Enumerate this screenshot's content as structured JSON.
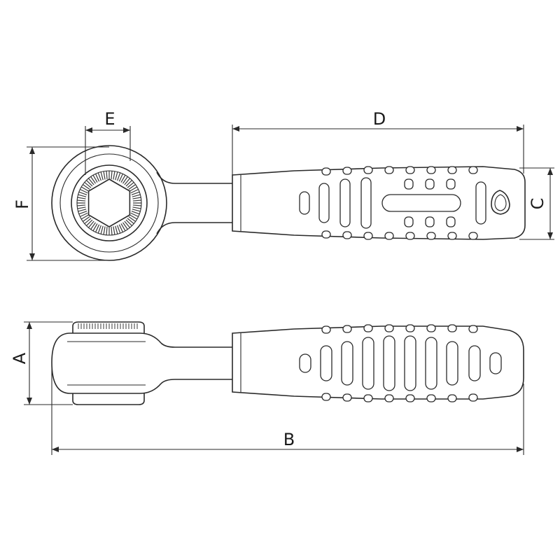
{
  "diagram": {
    "dimension_labels": {
      "a": "A",
      "b": "B",
      "c": "C",
      "d": "D",
      "e": "E",
      "f": "F"
    }
  }
}
